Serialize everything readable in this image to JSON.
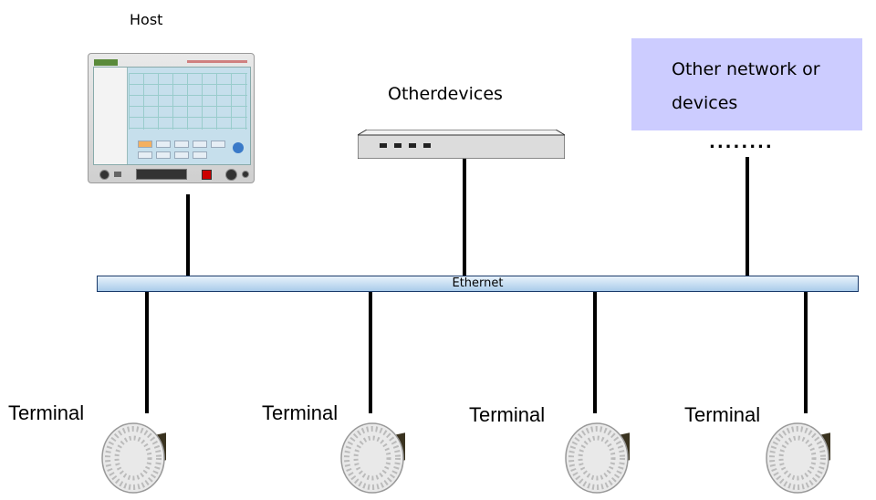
{
  "labels": {
    "host": "Host",
    "other_devices": "Otherdevices",
    "other_network": [
      "Other network or",
      "devices"
    ],
    "ethernet": "Ethernet",
    "ellipsis": "........",
    "terminal": "Terminal"
  },
  "terminals": [
    {
      "label": "Terminal"
    },
    {
      "label": "Terminal"
    },
    {
      "label": "Terminal"
    },
    {
      "label": "Terminal"
    }
  ],
  "colors": {
    "network_box": "#ccccff",
    "ethernet_top": "#e8f2fb",
    "ethernet_bottom": "#a9cbea",
    "line": "#000000"
  }
}
